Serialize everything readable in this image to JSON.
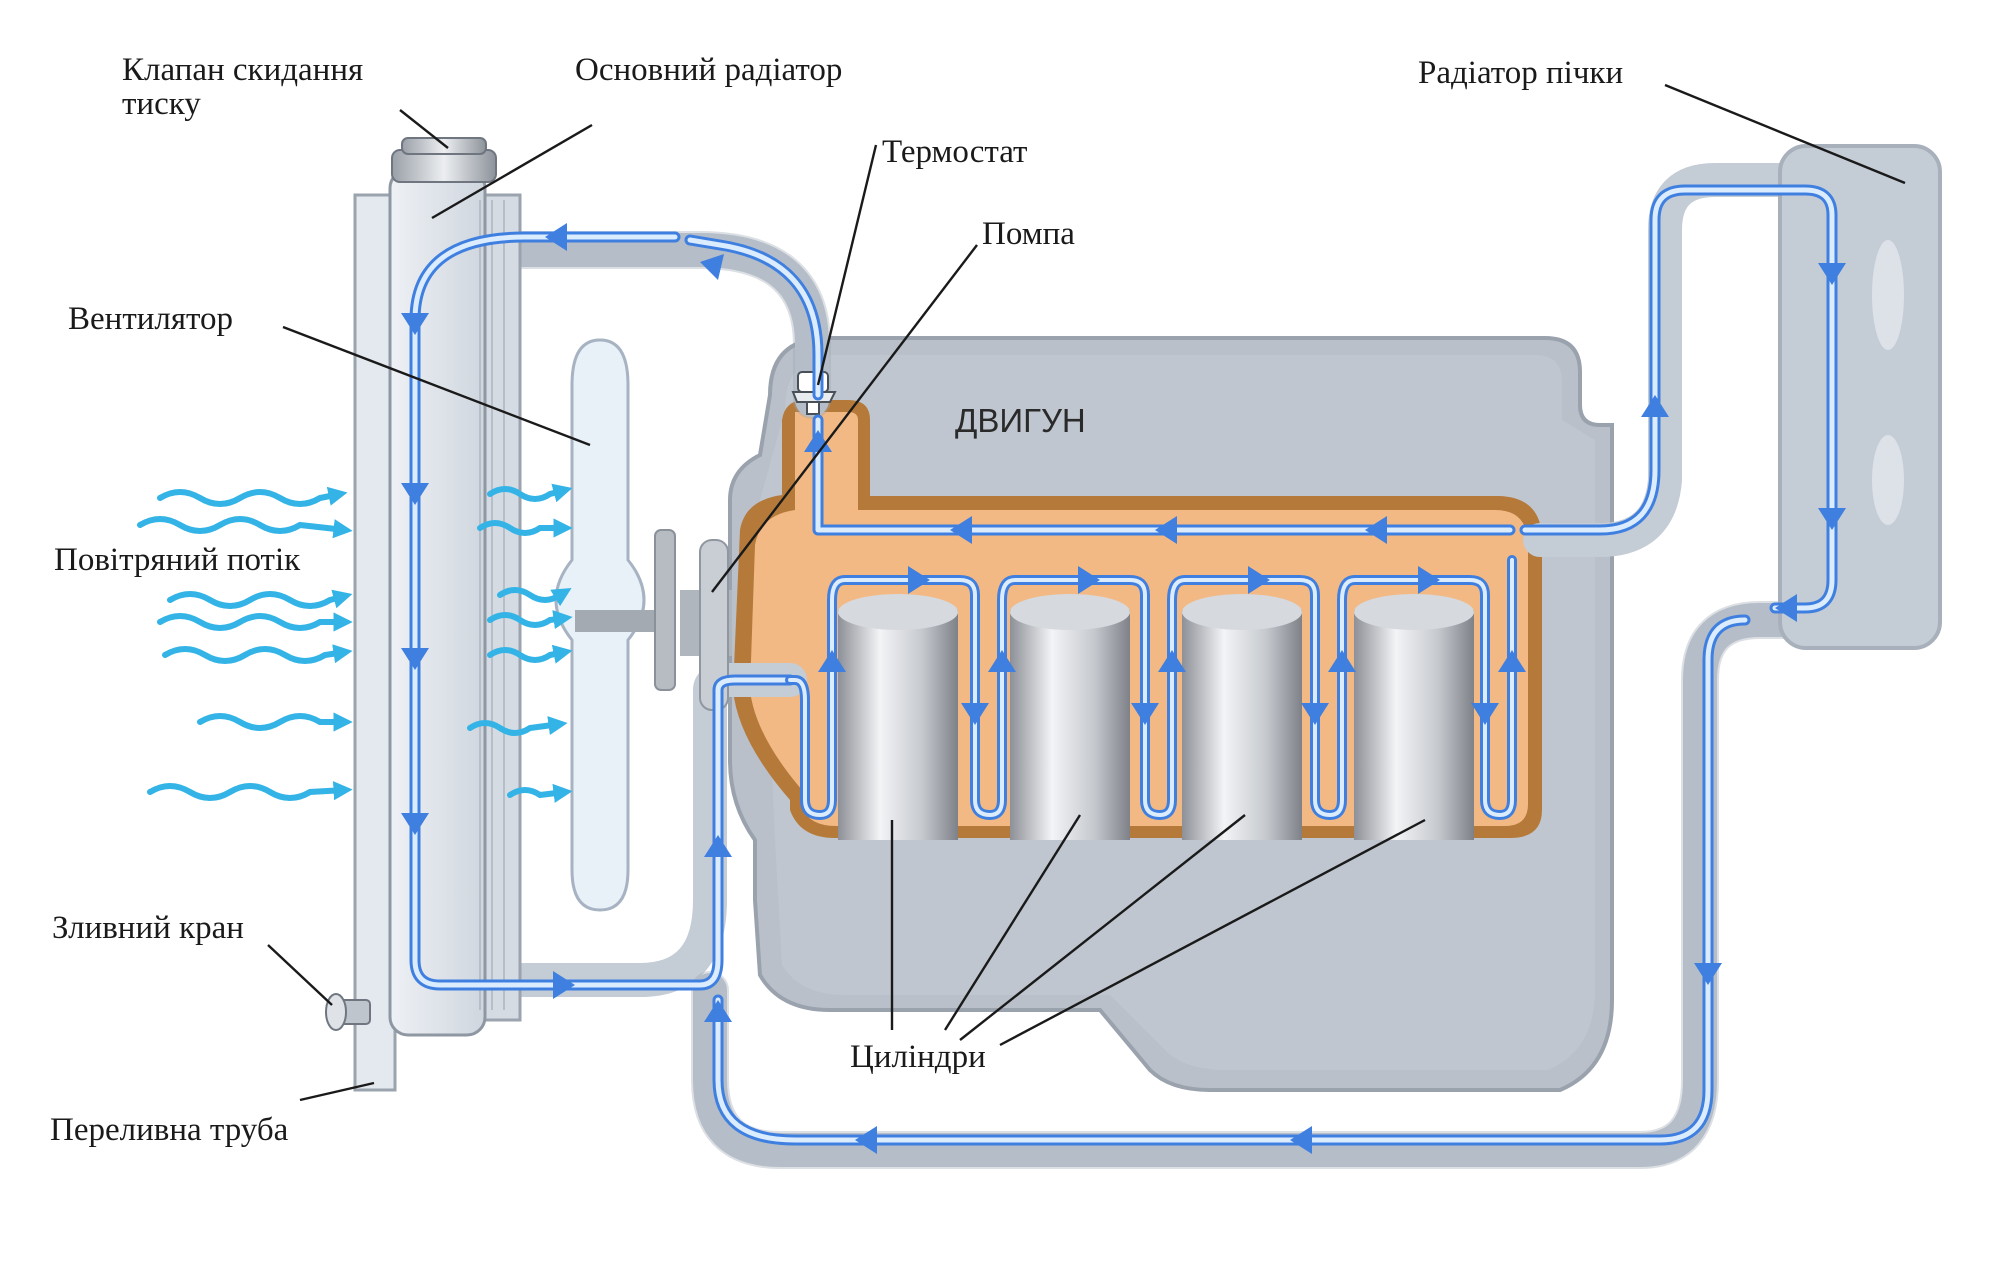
{
  "labels": {
    "pressure_valve_l1": "Клапан скидання",
    "pressure_valve_l2": "тиску",
    "main_radiator": "Основний радіатор",
    "thermostat": "Термостат",
    "pump": "Помпа",
    "heater_core": "Радіатор пічки",
    "fan": "Вентилятор",
    "engine": "ДВИГУН",
    "airflow": "Повітряний потік",
    "drain_valve": "Зливний кран",
    "overflow_pipe": "Переливна труба",
    "cylinders": "Циліндри"
  },
  "colors": {
    "coolant_flow": "#3f7fe0",
    "flow_core": "#dcecff",
    "pipe": "#c4ccd6",
    "engine_block": "#b9c0ca",
    "coolant_jacket": "#b57a3a",
    "jacket_fill": "#f2b985",
    "airflow": "#34b4e6",
    "cylinder": "#c9ccd1",
    "fan_blade": "#e8f0f8"
  },
  "icons": [
    "thermostat-icon",
    "pressure-cap-icon",
    "drain-valve-icon",
    "fan-icon",
    "pump-icon",
    "airflow-icon",
    "flow-arrow-icon"
  ]
}
